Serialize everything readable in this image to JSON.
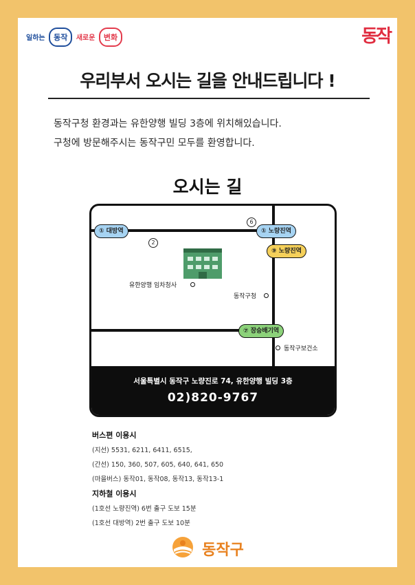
{
  "header": {
    "slogan_prefix": "일하는",
    "slogan_word1": "동작",
    "slogan_middle": "새로운",
    "slogan_word2": "변화",
    "brand_logo": "동작"
  },
  "headline": "우리부서 오시는 길을 안내드립니다 !",
  "intro": {
    "line1": "동작구청 환경과는 유한양행 빌딩 3층에 위치해있습니다.",
    "line2": "구청에 방문해주시는 동작구민 모두를 환영합니다."
  },
  "section_title": "오시는 길",
  "map": {
    "stations": {
      "daebang": "① 대방역",
      "noryangjin1": "① 노량진역",
      "noryangjin9": "⑨ 노량진역",
      "jangseungbaegi": "⑦ 장승배기역"
    },
    "exit_6": "6",
    "exit_2": "2",
    "places": {
      "yuhan": "유한양행 임차청사",
      "gucheong": "동작구청",
      "health_center": "동작구보건소"
    },
    "address": "서울특별시 동작구 노량진로 74, 유한양행 빌딩 3층",
    "phone": "02)820-9767",
    "colors": {
      "line1": "#a6d3f2",
      "line9": "#f5d05a",
      "line7": "#8cd27a"
    }
  },
  "directions": {
    "bus_title": "버스편 이용시",
    "bus_lines": [
      "(지선) 5531, 6211, 6411, 6515,",
      "(간선) 150, 360, 507, 605, 640, 641, 650",
      "(마을버스) 동작01, 동작08, 동작13, 동작13-1"
    ],
    "subway_title": "지하철 이용시",
    "subway_lines": [
      "(1호선 노량진역) 6번 출구 도보 15분",
      "(1호선 대방역) 2번 출구 도보 10분"
    ]
  },
  "footer": {
    "logo_text": "동작구",
    "logo_icon": "dongjak-emblem-icon"
  }
}
